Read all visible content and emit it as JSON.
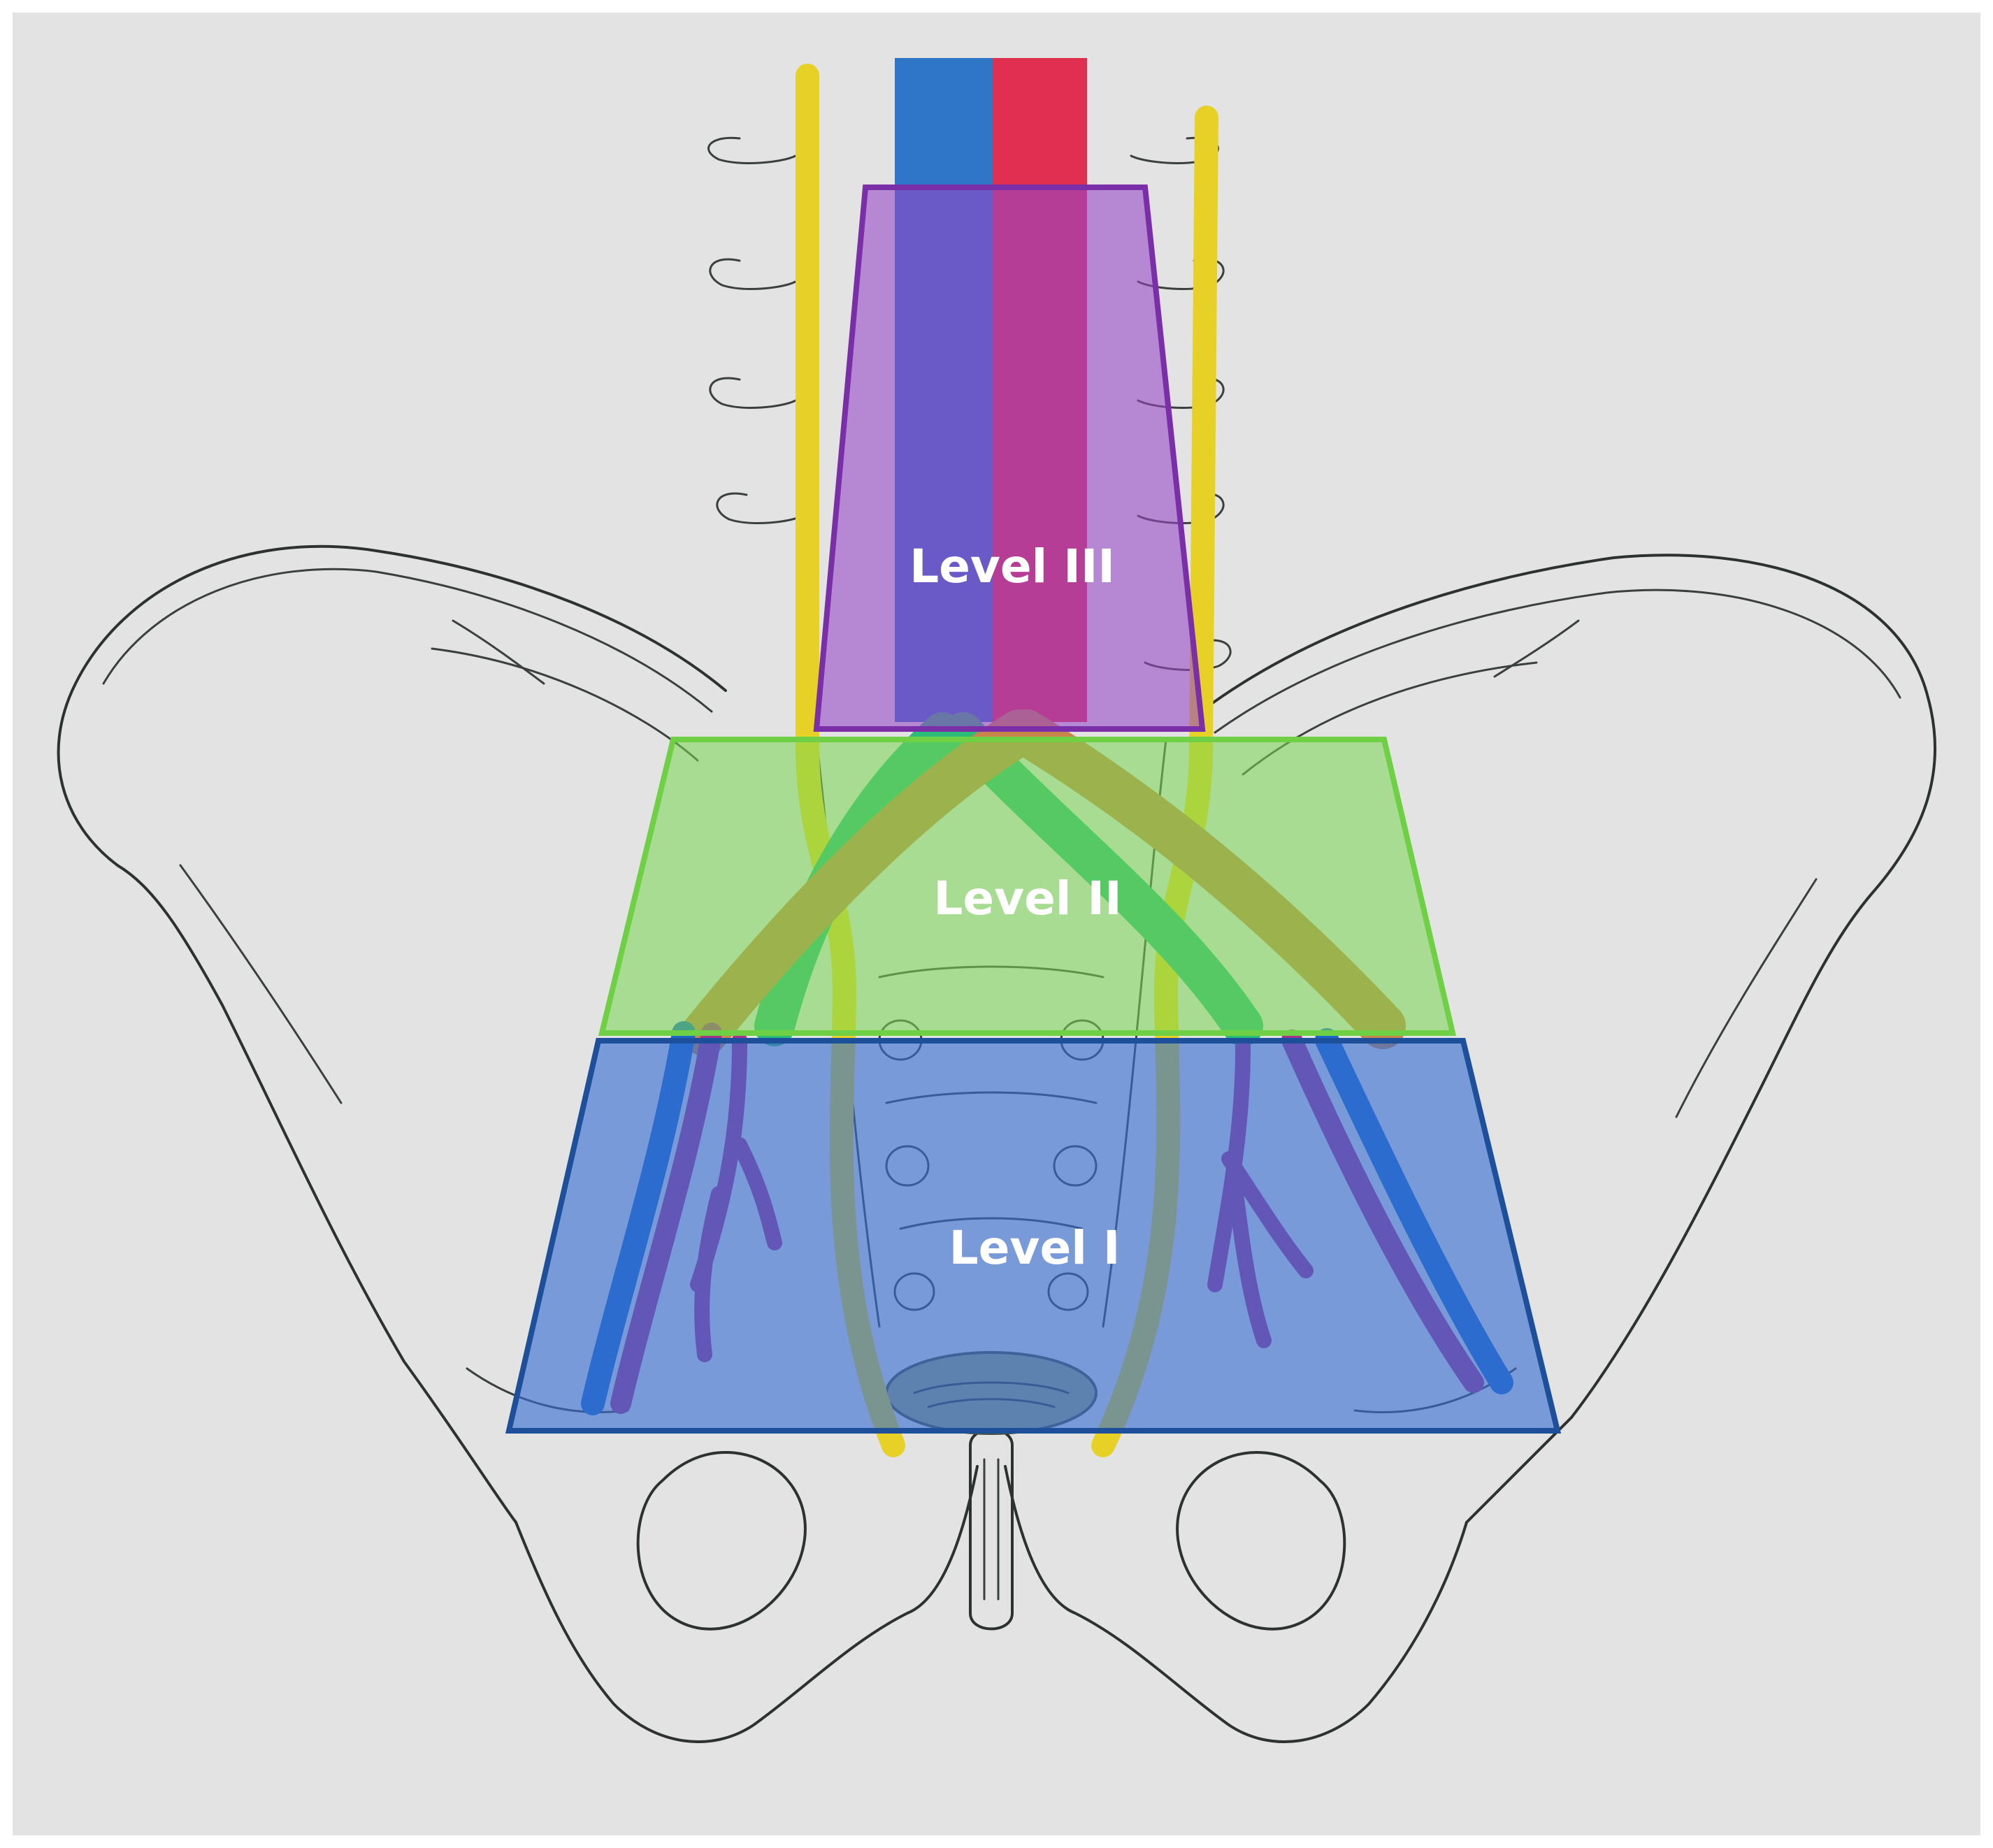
{
  "levels": [
    {
      "label": "Level III",
      "color": "#8a3fb0"
    },
    {
      "label": "Level II",
      "color": "#6fcf45"
    },
    {
      "label": "Level I",
      "color": "#1e4f9a"
    }
  ],
  "structure_colors": {
    "ureter": "#e8d126",
    "vena_cava": "#2f76c9",
    "aorta": "#e0304f",
    "common_iliac_artery": "#c8874a",
    "common_iliac_vein": "#2dbb78"
  }
}
